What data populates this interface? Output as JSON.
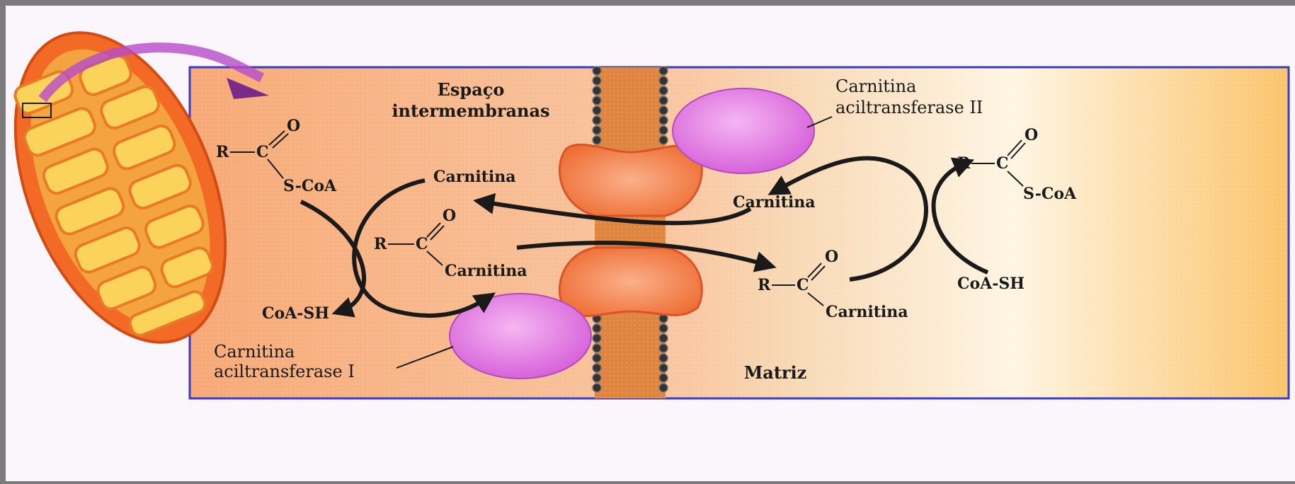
{
  "labels": {
    "intermembrane_line1": "Espaço",
    "intermembrane_line2": "intermembranas",
    "matrix": "Matriz",
    "enzyme1_line1": "Carnitina",
    "enzyme1_line2": "aciltransferase I",
    "enzyme2_line1": "Carnitina",
    "enzyme2_line2": "aciltransferase II"
  },
  "left": {
    "acyl_coa": {
      "r": "R",
      "c": "C",
      "o": "O",
      "s": "S-CoA"
    },
    "carnitine": "Carnitina",
    "acyl_carnitine": {
      "r": "R",
      "c": "C",
      "o": "O",
      "tail": "Carnitina"
    },
    "coash": "CoA-SH"
  },
  "right": {
    "acyl_coa": {
      "r": "R",
      "c": "C",
      "o": "O",
      "s": "S-CoA"
    },
    "carnitine": "Carnitina",
    "acyl_carnitine": {
      "r": "R",
      "c": "C",
      "o": "O",
      "tail": "Carnitina"
    },
    "coash": "CoA-SH"
  },
  "colors": {
    "outer_frame": "#7b7b7b",
    "page_bg": "#fbf6fb",
    "intermembrane_bg": "#f6b07a",
    "matrix_bg": "#fbe3b8",
    "mitochondrion": "#f26a26",
    "cristae": "#fbd35a",
    "enzyme": "#e57be8",
    "membrane": "#e9792e",
    "transporter": "#f2823f",
    "frame_border": "#3b3bc9"
  }
}
